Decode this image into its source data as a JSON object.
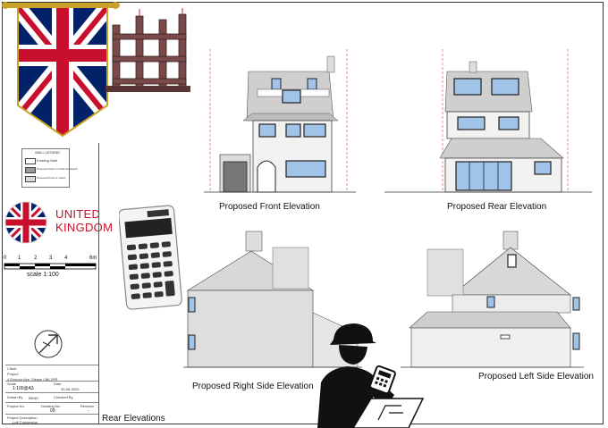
{
  "captions": {
    "front": "Proposed Front Elevation",
    "rear": "Proposed Rear Elevation",
    "right": "Proposed Right Side Elevation",
    "left": "Proposed Left Side Elevation",
    "sheet_title": "Rear Elevations"
  },
  "country": {
    "line1": "UNITED",
    "line2": "KINGDOM"
  },
  "scale_bar": {
    "ticks": [
      "0",
      "1",
      "2",
      "3",
      "4",
      "6m"
    ],
    "caption": "scale 1:100"
  },
  "title_block": {
    "project_label": "Project",
    "project_value": "4 Exmoor Ave, Sleaze LB6 2PR",
    "scale_label": "Scale",
    "scale_value": "1:100@A3",
    "date_label": "Date",
    "date_value": "30-06-2020",
    "drawn_label": "Drawn By",
    "drawn_value": "BEND",
    "checked_label": "Checked By",
    "project_no_label": "Project No.",
    "drawing_no_label": "Drawing No.",
    "drawing_no_value": "09",
    "revision_label": "Revision",
    "revision_value": "-",
    "description_label": "Project Description",
    "description_value": "Loft Conversion",
    "client_label": "Client"
  },
  "legend": {
    "title": "WALL LEGEND",
    "items": [
      "Existing Wall",
      "Proposed 100 mm thick blockwork",
      "Proposed brick to match"
    ]
  },
  "colors": {
    "flag_blue": "#012169",
    "flag_red": "#c8102e",
    "gold": "#c9a227",
    "glass": "#9fc4e8",
    "roof": "#cfcfcf",
    "brick": "#e6e6e6",
    "uk_text": "#c8102e"
  }
}
